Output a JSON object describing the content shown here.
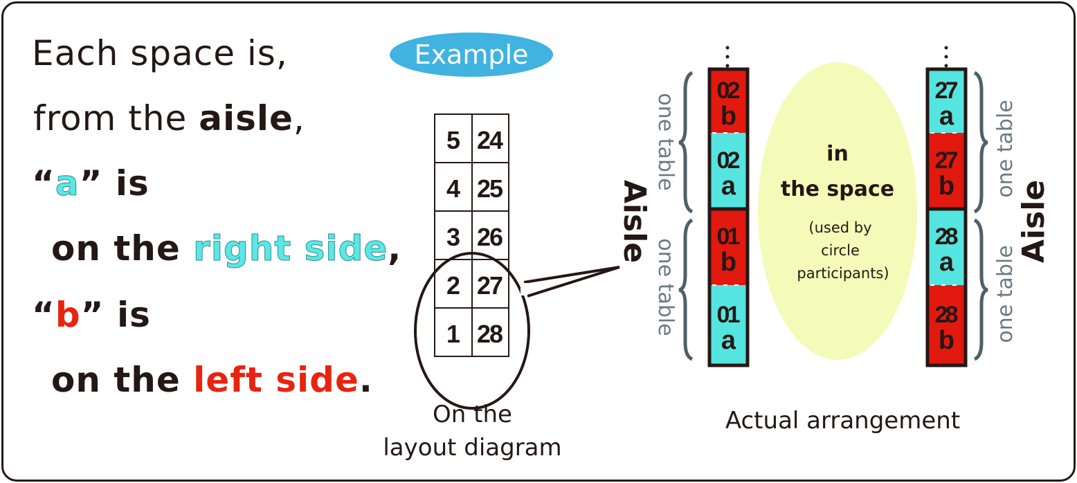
{
  "left_text": {
    "line1": "Each space is,",
    "line2_a": "from the ",
    "line2_b": "aisle",
    "line2_c": ",",
    "line3_q1": "“",
    "line3_a": "a",
    "line3_q2": "”",
    "line3_is": " is",
    "line4_a": "on the ",
    "line4_b": "right side",
    "line4_c": ",",
    "line5_q1": "“",
    "line5_b": "b",
    "line5_q2": "”",
    "line5_is": " is",
    "line6_a": "on the ",
    "line6_b": "left side",
    "line6_c": "."
  },
  "example_label": "Example",
  "layout_grid": {
    "left_col": [
      "5",
      "4",
      "3",
      "2",
      "1"
    ],
    "right_col": [
      "24",
      "25",
      "26",
      "27",
      "28"
    ]
  },
  "layout_caption": [
    "On the",
    "layout diagram"
  ],
  "actual": {
    "left_strip": [
      {
        "num": "02",
        "side": "b",
        "color": "#e2190f"
      },
      {
        "num": "02",
        "side": "a",
        "color": "#55e5e0"
      },
      {
        "num": "01",
        "side": "b",
        "color": "#e2190f"
      },
      {
        "num": "01",
        "side": "a",
        "color": "#55e5e0"
      }
    ],
    "right_strip": [
      {
        "num": "27",
        "side": "a",
        "color": "#55e5e0"
      },
      {
        "num": "27",
        "side": "b",
        "color": "#e2190f"
      },
      {
        "num": "28",
        "side": "a",
        "color": "#55e5e0"
      },
      {
        "num": "28",
        "side": "b",
        "color": "#e2190f"
      }
    ],
    "one_table": "one table",
    "aisle": "Aisle",
    "ellipsis": "⋮",
    "space_title1": "in",
    "space_title2": "the space",
    "space_note": [
      "(used by",
      "circle",
      "participants)"
    ],
    "caption": "Actual arrangement"
  },
  "colors": {
    "cyan": "#55e5e0",
    "red": "#e2190f",
    "brace": "#4f6166",
    "space": "#f4fbb8",
    "pill": "#40b3e0"
  }
}
